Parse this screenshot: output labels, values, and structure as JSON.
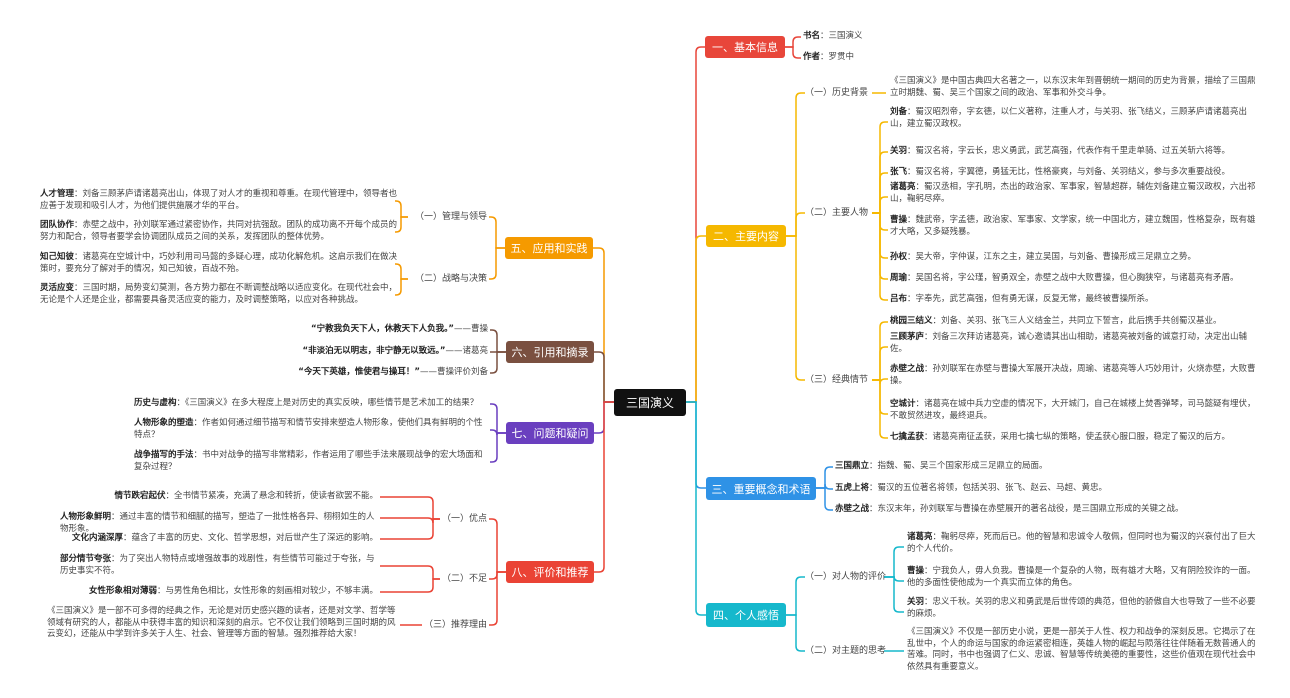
{
  "root": "三国演义",
  "colors": {
    "basic": "#e8463a",
    "content": "#f5b800",
    "concepts": "#2f92e6",
    "feelings": "#16b8cc",
    "practice": "#f59a00",
    "quotes": "#7a5040",
    "questions": "#6a3fbf",
    "review": "#ea4335"
  },
  "basic": {
    "label": "一、基本信息",
    "items": [
      {
        "k": "书名",
        "v": "三国演义"
      },
      {
        "k": "作者",
        "v": "罗贯中"
      }
    ]
  },
  "content": {
    "label": "二、主要内容",
    "groups": [
      {
        "label": "（一）历史背景",
        "items": [
          {
            "k": "",
            "v": "《三国演义》是中国古典四大名著之一，以东汉末年到晋朝统一期间的历史为背景，描绘了三国鼎立时期魏、蜀、吴三个国家之间的政治、军事和外交斗争。"
          }
        ]
      },
      {
        "label": "（二）主要人物",
        "items": [
          {
            "k": "刘备",
            "v": "蜀汉昭烈帝，字玄德，以仁义著称，注重人才，与关羽、张飞结义，三顾茅庐请诸葛亮出山，建立蜀汉政权。"
          },
          {
            "k": "关羽",
            "v": "蜀汉名将，字云长，忠义勇武，武艺高强，代表作有千里走单骑、过五关斩六将等。"
          },
          {
            "k": "张飞",
            "v": "蜀汉名将，字翼德，勇猛无比，性格豪爽，与刘备、关羽结义，参与多次重要战役。"
          },
          {
            "k": "诸葛亮",
            "v": "蜀汉丞相，字孔明，杰出的政治家、军事家，智慧超群，辅佐刘备建立蜀汉政权，六出祁山，鞠躬尽瘁。"
          },
          {
            "k": "曹操",
            "v": "魏武帝，字孟德，政治家、军事家、文学家，统一中国北方，建立魏国，性格复杂，既有雄才大略，又多疑残暴。"
          },
          {
            "k": "孙权",
            "v": "吴大帝，字仲谋，江东之主，建立吴国，与刘备、曹操形成三足鼎立之势。"
          },
          {
            "k": "周瑜",
            "v": "吴国名将，字公瑾，智勇双全，赤壁之战中大败曹操，但心胸狭窄，与诸葛亮有矛盾。"
          },
          {
            "k": "吕布",
            "v": "字奉先，武艺高强，但有勇无谋，反复无常，最终被曹操所杀。"
          }
        ]
      },
      {
        "label": "（三）经典情节",
        "items": [
          {
            "k": "桃园三结义",
            "v": "刘备、关羽、张飞三人义结金兰，共同立下誓言，此后携手共创蜀汉基业。"
          },
          {
            "k": "三顾茅庐",
            "v": "刘备三次拜访诸葛亮，诚心邀请其出山相助，诸葛亮被刘备的诚意打动，决定出山辅佐。"
          },
          {
            "k": "赤壁之战",
            "v": "孙刘联军在赤壁与曹操大军展开决战，周瑜、诸葛亮等人巧妙用计，火烧赤壁，大败曹操。"
          },
          {
            "k": "空城计",
            "v": "诸葛亮在城中兵力空虚的情况下，大开城门，自己在城楼上焚香弹琴，司马懿疑有埋伏，不敢贸然进攻，最终退兵。"
          },
          {
            "k": "七擒孟获",
            "v": "诸葛亮南征孟获，采用七擒七纵的策略，使孟获心服口服，稳定了蜀汉的后方。"
          }
        ]
      }
    ]
  },
  "concepts": {
    "label": "三、重要概念和术语",
    "items": [
      {
        "k": "三国鼎立",
        "v": "指魏、蜀、吴三个国家形成三足鼎立的局面。"
      },
      {
        "k": "五虎上将",
        "v": "蜀汉的五位著名将领，包括关羽、张飞、赵云、马超、黄忠。"
      },
      {
        "k": "赤壁之战",
        "v": "东汉末年，孙刘联军与曹操在赤壁展开的著名战役，是三国鼎立形成的关键之战。"
      }
    ]
  },
  "feelings": {
    "label": "四、个人感悟",
    "groups": [
      {
        "label": "（一）对人物的评价",
        "items": [
          {
            "k": "诸葛亮",
            "v": "鞠躬尽瘁，死而后已。他的智慧和忠诚令人敬佩，但同时也为蜀汉的兴衰付出了巨大的个人代价。"
          },
          {
            "k": "曹操",
            "v": "宁我负人，毋人负我。曹操是一个复杂的人物，既有雄才大略，又有阴险狡诈的一面。他的多面性使他成为一个真实而立体的角色。"
          },
          {
            "k": "关羽",
            "v": "忠义千秋。关羽的忠义和勇武是后世传颂的典范，但他的骄傲自大也导致了一些不必要的麻烦。"
          }
        ]
      },
      {
        "label": "（二）对主题的思考",
        "items": [
          {
            "k": "",
            "v": "《三国演义》不仅是一部历史小说，更是一部关于人性、权力和战争的深刻反思。它揭示了在乱世中，个人的命运与国家的命运紧密相连，英雄人物的崛起与陨落往往伴随着无数普通人的苦难。同时，书中也强调了仁义、忠诚、智慧等传统美德的重要性，这些价值观在现代社会中依然具有重要意义。"
          }
        ]
      }
    ]
  },
  "practice": {
    "label": "五、应用和实践",
    "groups": [
      {
        "label": "（一）管理与领导",
        "items": [
          {
            "k": "人才管理",
            "v": "刘备三顾茅庐请诸葛亮出山，体现了对人才的重视和尊重。在现代管理中，领导者也应善于发现和吸引人才，为他们提供施展才华的平台。"
          },
          {
            "k": "团队协作",
            "v": "赤壁之战中，孙刘联军通过紧密协作，共同对抗强敌。团队的成功离不开每个成员的努力和配合，领导者要学会协调团队成员之间的关系，发挥团队的整体优势。"
          }
        ]
      },
      {
        "label": "（二）战略与决策",
        "items": [
          {
            "k": "知己知彼",
            "v": "诸葛亮在空城计中，巧妙利用司马懿的多疑心理，成功化解危机。这启示我们在做决策时，要充分了解对手的情况，知己知彼，百战不殆。"
          },
          {
            "k": "灵活应变",
            "v": "三国时期，局势变幻莫测，各方势力都在不断调整战略以适应变化。在现代社会中，无论是个人还是企业，都需要具备灵活应变的能力，及时调整策略，以应对各种挑战。"
          }
        ]
      }
    ]
  },
  "quotes": {
    "label": "六、引用和摘录",
    "items": [
      {
        "q": "“宁教我负天下人，休教天下人负我。”",
        "src": "曹操"
      },
      {
        "q": "“非淡泊无以明志，非宁静无以致远。”",
        "src": "诸葛亮"
      },
      {
        "q": "“今天下英雄，惟使君与操耳！”",
        "src": "曹操评价刘备"
      }
    ]
  },
  "questions": {
    "label": "七、问题和疑问",
    "items": [
      {
        "k": "历史与虚构",
        "v": "《三国演义》在多大程度上是对历史的真实反映，哪些情节是艺术加工的结果？"
      },
      {
        "k": "人物形象的塑造",
        "v": "作者如何通过细节描写和情节安排来塑造人物形象，使他们具有鲜明的个性特点？"
      },
      {
        "k": "战争描写的手法",
        "v": "书中对战争的描写非常精彩，作者运用了哪些手法来展现战争的宏大场面和复杂过程？"
      }
    ]
  },
  "review": {
    "label": "八、评价和推荐",
    "groups": [
      {
        "label": "（一）优点",
        "items": [
          {
            "k": "情节跌宕起伏",
            "v": "全书情节紧凑，充满了悬念和转折，使读者欲罢不能。"
          },
          {
            "k": "人物形象鲜明",
            "v": "通过丰富的情节和细腻的描写，塑造了一批性格各异、栩栩如生的人物形象。"
          },
          {
            "k": "文化内涵深厚",
            "v": "蕴含了丰富的历史、文化、哲学思想，对后世产生了深远的影响。"
          }
        ]
      },
      {
        "label": "（二）不足",
        "items": [
          {
            "k": "部分情节夸张",
            "v": "为了突出人物特点或增强故事的戏剧性，有些情节可能过于夸张，与历史事实不符。"
          },
          {
            "k": "女性形象相对薄弱",
            "v": "与男性角色相比，女性形象的刻画相对较少，不够丰满。"
          }
        ]
      },
      {
        "label": "（三）推荐理由",
        "items": [
          {
            "k": "",
            "v": "《三国演义》是一部不可多得的经典之作，无论是对历史感兴趣的读者，还是对文学、哲学等领域有研究的人，都能从中获得丰富的知识和深刻的启示。它不仅让我们领略到三国时期的风云变幻，还能从中学到许多关于人生、社会、管理等方面的智慧。强烈推荐给大家！"
          }
        ]
      }
    ]
  }
}
